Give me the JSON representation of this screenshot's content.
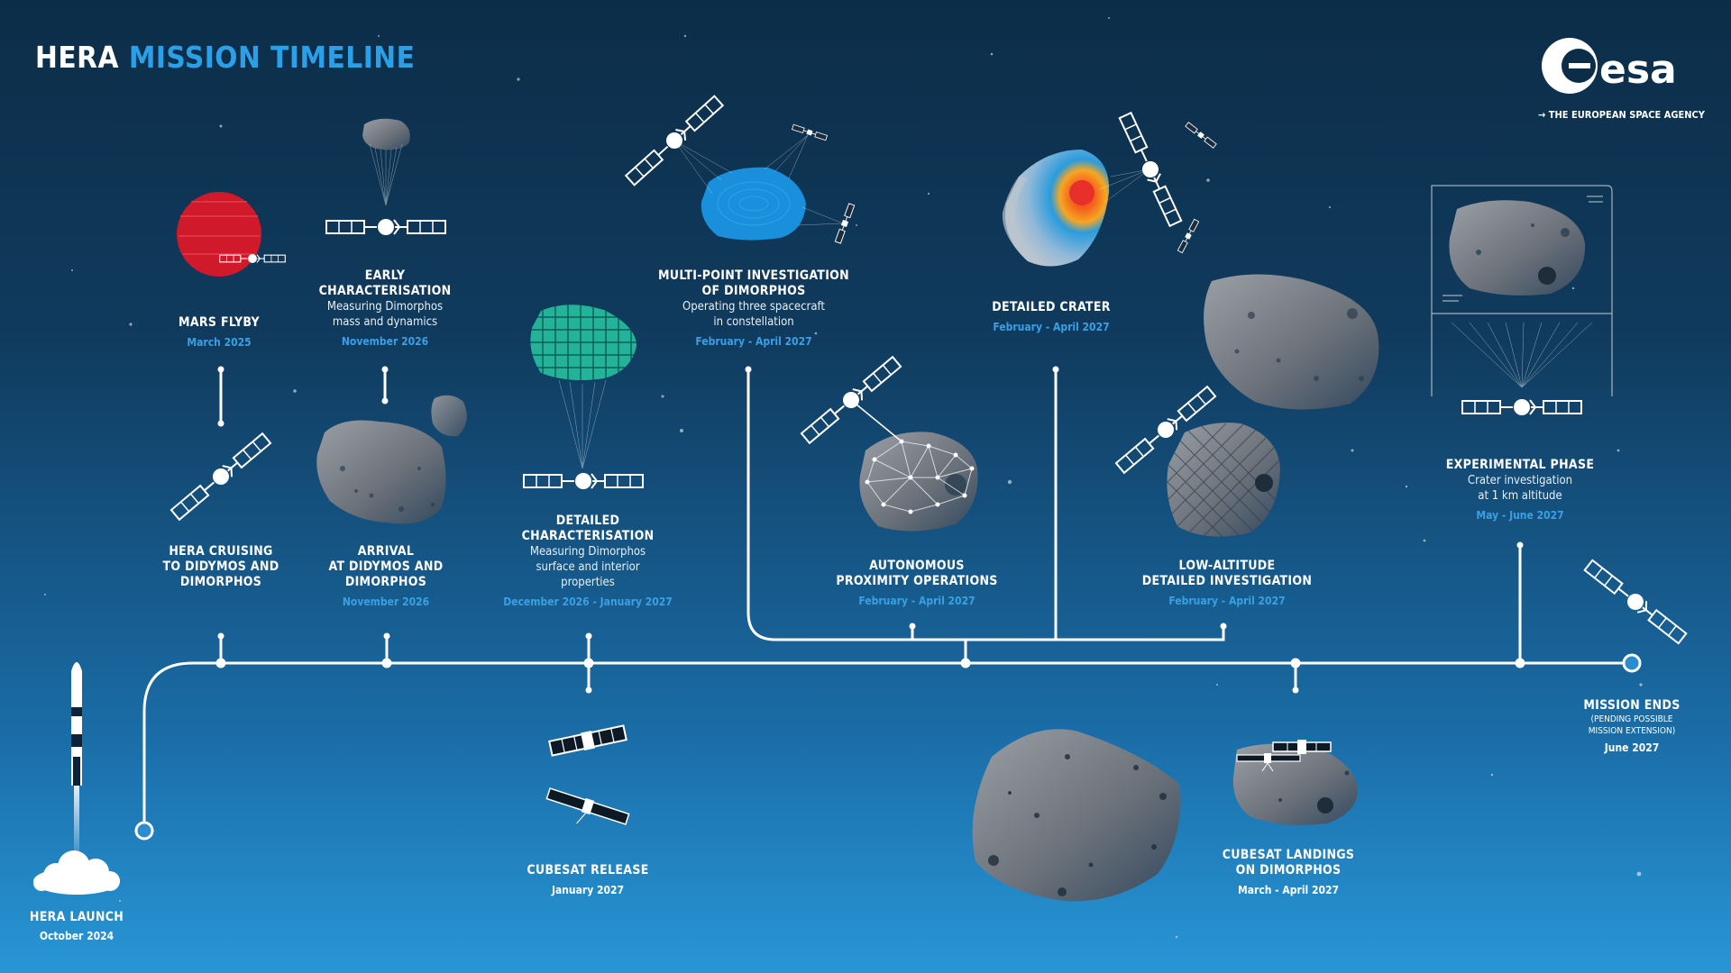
{
  "header": {
    "title_prefix": "HERA",
    "title_accent": "MISSION TIMELINE",
    "logo_text": "esa",
    "agency_tagline": "→ THE EUROPEAN SPACE AGENCY"
  },
  "colors": {
    "accent_blue": "#3aa0e4",
    "title_blue": "#2aa0e8",
    "mars_red": "#d0192a",
    "scan_teal": "#23b39a",
    "dimorphos_blue": "#1a8fdc"
  },
  "milestones": {
    "launch": {
      "title": "HERA LAUNCH",
      "date": "October 2024"
    },
    "cruise": {
      "title_1": "HERA CRUISING",
      "title_2": "TO DIDYMOS AND",
      "title_3": "DIMORPHOS"
    },
    "mars_flyby": {
      "title": "MARS FLYBY",
      "date": "March 2025"
    },
    "early_char": {
      "title_1": "EARLY",
      "title_2": "CHARACTERISATION",
      "desc_1": "Measuring Dimorphos",
      "desc_2": "mass and dynamics",
      "date": "November 2026"
    },
    "arrival": {
      "title_1": "ARRIVAL",
      "title_2": "AT DIDYMOS AND",
      "title_3": "DIMORPHOS",
      "date": "November 2026"
    },
    "detailed_char": {
      "title_1": "DETAILED",
      "title_2": "CHARACTERISATION",
      "desc_1": "Measuring Dimorphos",
      "desc_2": "surface and interior",
      "desc_3": "properties",
      "date": "December 2026 - January 2027"
    },
    "cubesat_release": {
      "title": "CUBESAT RELEASE",
      "date": "January 2027"
    },
    "multipoint": {
      "title_1": "MULTI-POINT INVESTIGATION",
      "title_2": "OF DIMORPHOS",
      "desc_1": "Operating three spacecraft",
      "desc_2": "in constellation",
      "date": "February - April 2027"
    },
    "autonomous": {
      "title_1": "AUTONOMOUS",
      "title_2": "PROXIMITY OPERATIONS",
      "date": "February - April 2027"
    },
    "crater": {
      "title": "DETAILED CRATER",
      "date": "February - April 2027"
    },
    "low_altitude": {
      "title_1": "LOW-ALTITUDE",
      "title_2": "DETAILED INVESTIGATION",
      "date": "February - April 2027"
    },
    "cubesat_landings": {
      "title_1": "CUBESAT LANDINGS",
      "title_2": "ON DIMORPHOS",
      "date": "March - April 2027"
    },
    "experimental": {
      "title": "EXPERIMENTAL PHASE",
      "desc_1": "Crater investigation",
      "desc_2": "at 1 km altitude",
      "date": "May - June 2027"
    },
    "mission_end": {
      "title": "MISSION ENDS",
      "note_1": "(PENDING POSSIBLE",
      "note_2": "MISSION EXTENSION)",
      "date": "June 2027"
    }
  },
  "icons": [
    "rocket-icon",
    "cloud-icon",
    "mars-icon",
    "asteroid-icon",
    "spacecraft-icon",
    "cubesat-icon",
    "crater-heatmap-icon",
    "mesh-asteroid-icon",
    "scan-grid-icon"
  ]
}
